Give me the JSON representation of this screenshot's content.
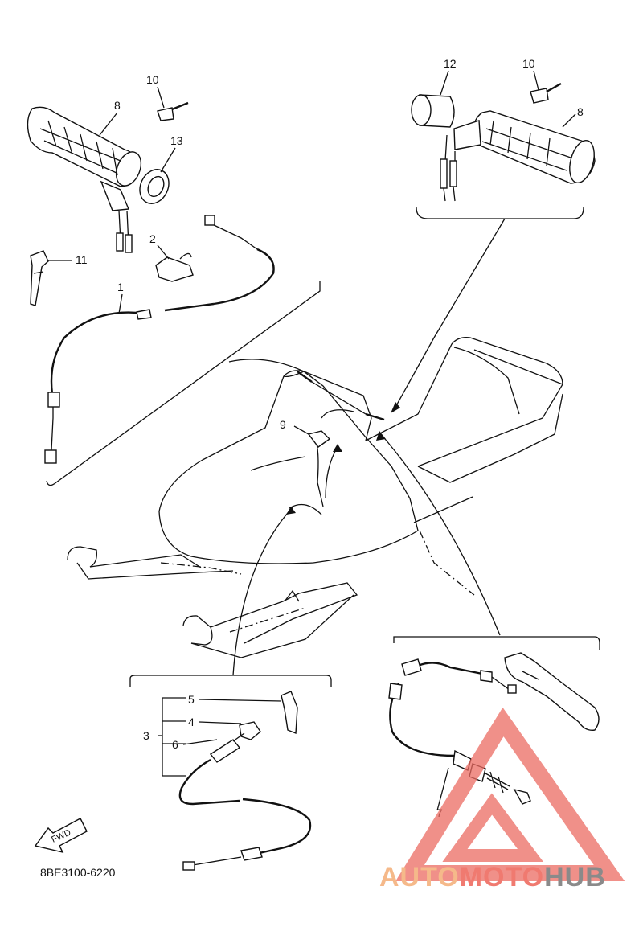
{
  "diagram": {
    "code": "8BE3100-6220",
    "fwd_label": "FWD",
    "callouts": {
      "c1": "1",
      "c2": "2",
      "c3": "3",
      "c4": "4",
      "c5": "5",
      "c6": "6",
      "c7": "7",
      "c8a": "8",
      "c8b": "8",
      "c9": "9",
      "c10a": "10",
      "c10b": "10",
      "c11": "11",
      "c12": "12",
      "c13": "13"
    }
  },
  "watermark": {
    "auto": "AUTO",
    "moto": "MOTO",
    "hub": "HUB",
    "colors": {
      "auto": "#f5b98a",
      "moto": "#f07a70",
      "hub": "#8a8a8a",
      "triangle": "#ec6b62"
    }
  }
}
